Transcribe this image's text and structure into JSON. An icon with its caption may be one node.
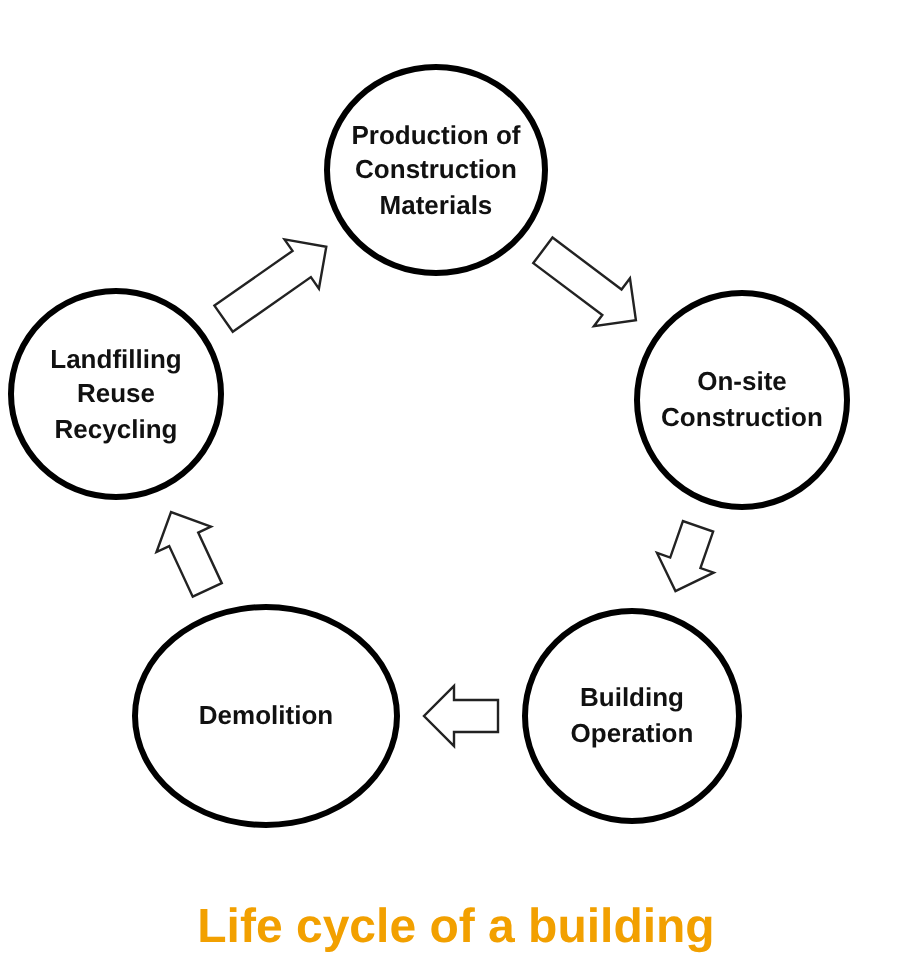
{
  "diagram": {
    "caption": "Life cycle of a building",
    "nodes": [
      {
        "text": [
          "Production of Construction Materials"
        ]
      },
      {
        "text": [
          "On-site Construction"
        ]
      },
      {
        "text": [
          "Building Operation"
        ]
      },
      {
        "text": [
          "Demolition"
        ]
      },
      {
        "text": [
          "Landfilling Reuse Recycling"
        ]
      }
    ],
    "edges": [
      {
        "from": 0,
        "to": 1,
        "arrow": "to"
      },
      {
        "from": 1,
        "to": 2,
        "arrow": "to"
      },
      {
        "from": 2,
        "to": 3,
        "arrow": "to"
      },
      {
        "from": 3,
        "to": 4,
        "arrow": "to"
      },
      {
        "from": 4,
        "to": 0,
        "arrow": "to"
      }
    ]
  }
}
